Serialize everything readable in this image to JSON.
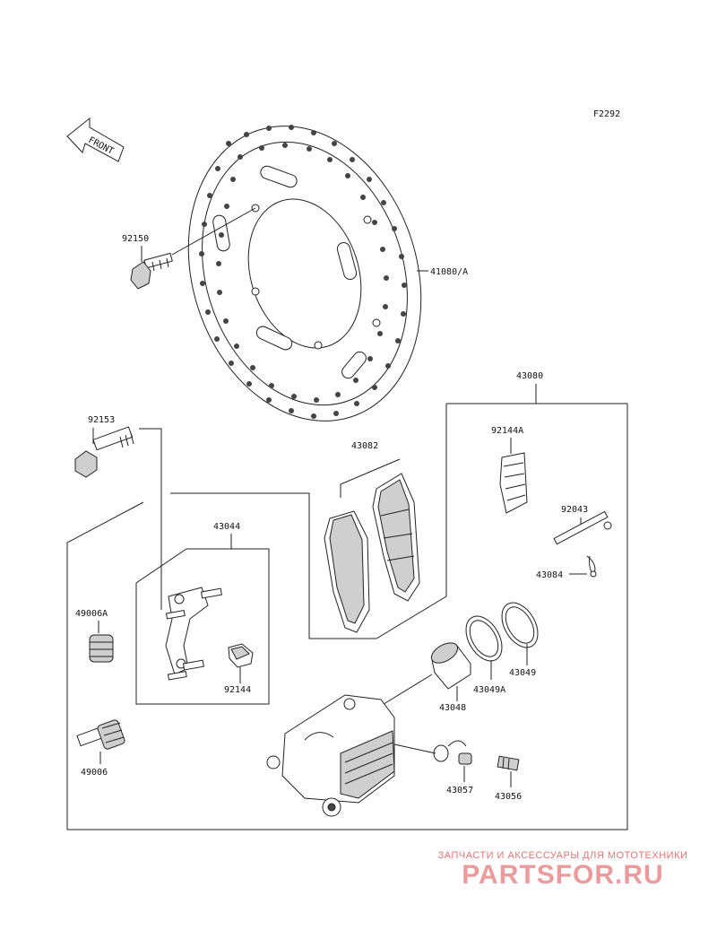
{
  "figure_code": "F2292",
  "front_label": "FRONT",
  "labels": {
    "p92150": "92150",
    "p41080": "41080/A",
    "p43080": "43080",
    "p92153": "92153",
    "p43082": "43082",
    "p92144A": "92144A",
    "p43044": "43044",
    "p92043": "92043",
    "p43084": "43084",
    "p49006A": "49006A",
    "p49006": "49006",
    "p92144": "92144",
    "p43049": "43049",
    "p43049A": "43049A",
    "p43048": "43048",
    "p43057": "43057",
    "p43056": "43056"
  },
  "watermark": {
    "subtitle": "ЗАПЧАСТИ И АКСЕССУАРЫ ДЛЯ МОТОТЕХНИКИ",
    "brand": "PARTSFOR.RU"
  }
}
